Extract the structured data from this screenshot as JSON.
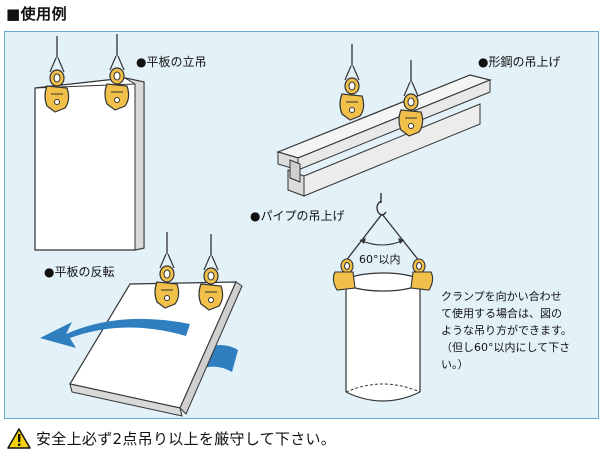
{
  "header": {
    "title": "■使用例"
  },
  "labels": {
    "flat_vertical": "●平板の立吊",
    "section_steel": "●形鋼の吊上げ",
    "pipe": "●パイプの吊上げ",
    "flat_flip": "●平板の反転",
    "angle": "60°以内"
  },
  "note": {
    "lines": [
      "クランプを向かい合わせ",
      "て使用する場合は、図の",
      "ような吊り方ができます。",
      "（但し60°以内にして下さ",
      "い。）"
    ]
  },
  "warning": {
    "text": "安全上必ず2点吊り以上を厳守して下さい。",
    "icon": "warning-triangle-icon"
  },
  "colors": {
    "panel_bg": "#e3f1f9",
    "panel_border": "#6aa9cf",
    "clamp": "#f0c04a",
    "arrow": "#2f7fc0"
  }
}
